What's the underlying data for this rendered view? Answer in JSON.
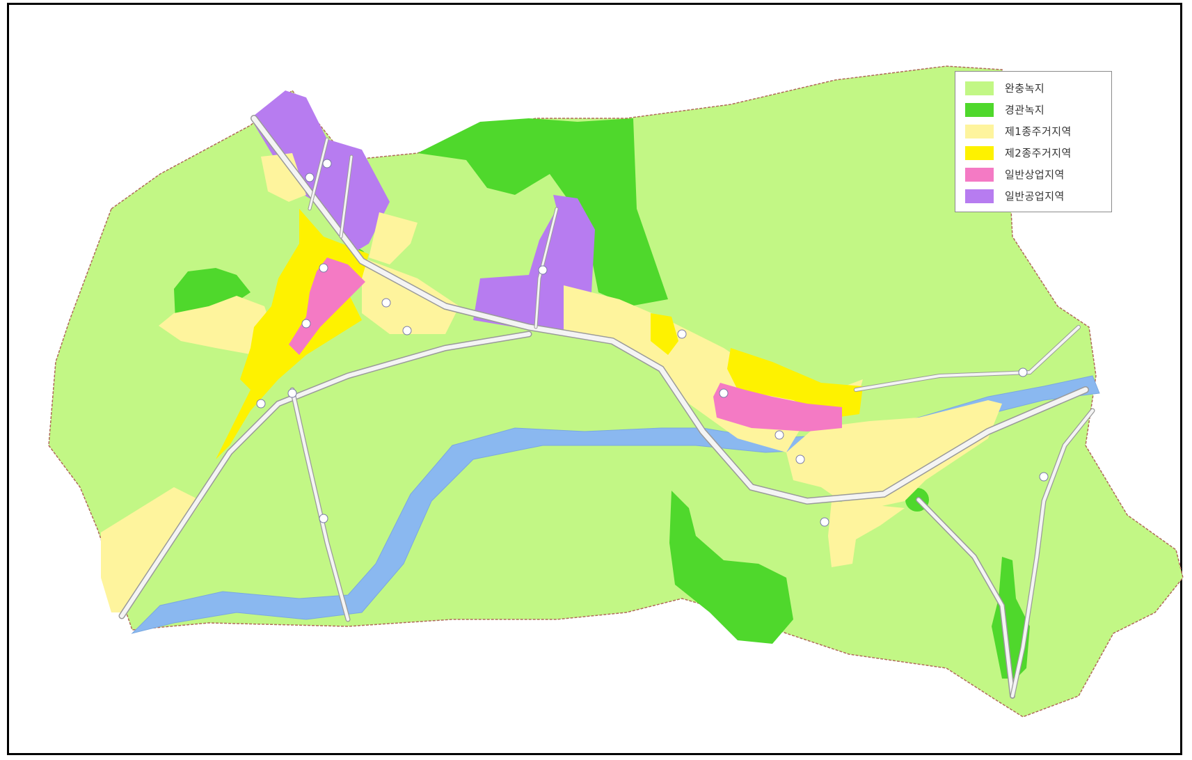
{
  "map": {
    "legend": [
      {
        "label": "완충녹지",
        "color": "#c2f785"
      },
      {
        "label": "경관녹지",
        "color": "#4fd82c"
      },
      {
        "label": "제1종주거지역",
        "color": "#fef49d"
      },
      {
        "label": "제2종주거지역",
        "color": "#fef200"
      },
      {
        "label": "일반상업지역",
        "color": "#f47ac4"
      },
      {
        "label": "일반공업지역",
        "color": "#b77cf0"
      }
    ],
    "colors": {
      "buffer_green": "#c2f785",
      "scenic_green": "#4fd82c",
      "residential_1": "#fef49d",
      "residential_2": "#fef200",
      "commercial": "#f47ac4",
      "industrial": "#b77cf0",
      "river": "#8ab8f0",
      "road": "#f4f4f4",
      "boundary": "#b06a5a"
    }
  }
}
